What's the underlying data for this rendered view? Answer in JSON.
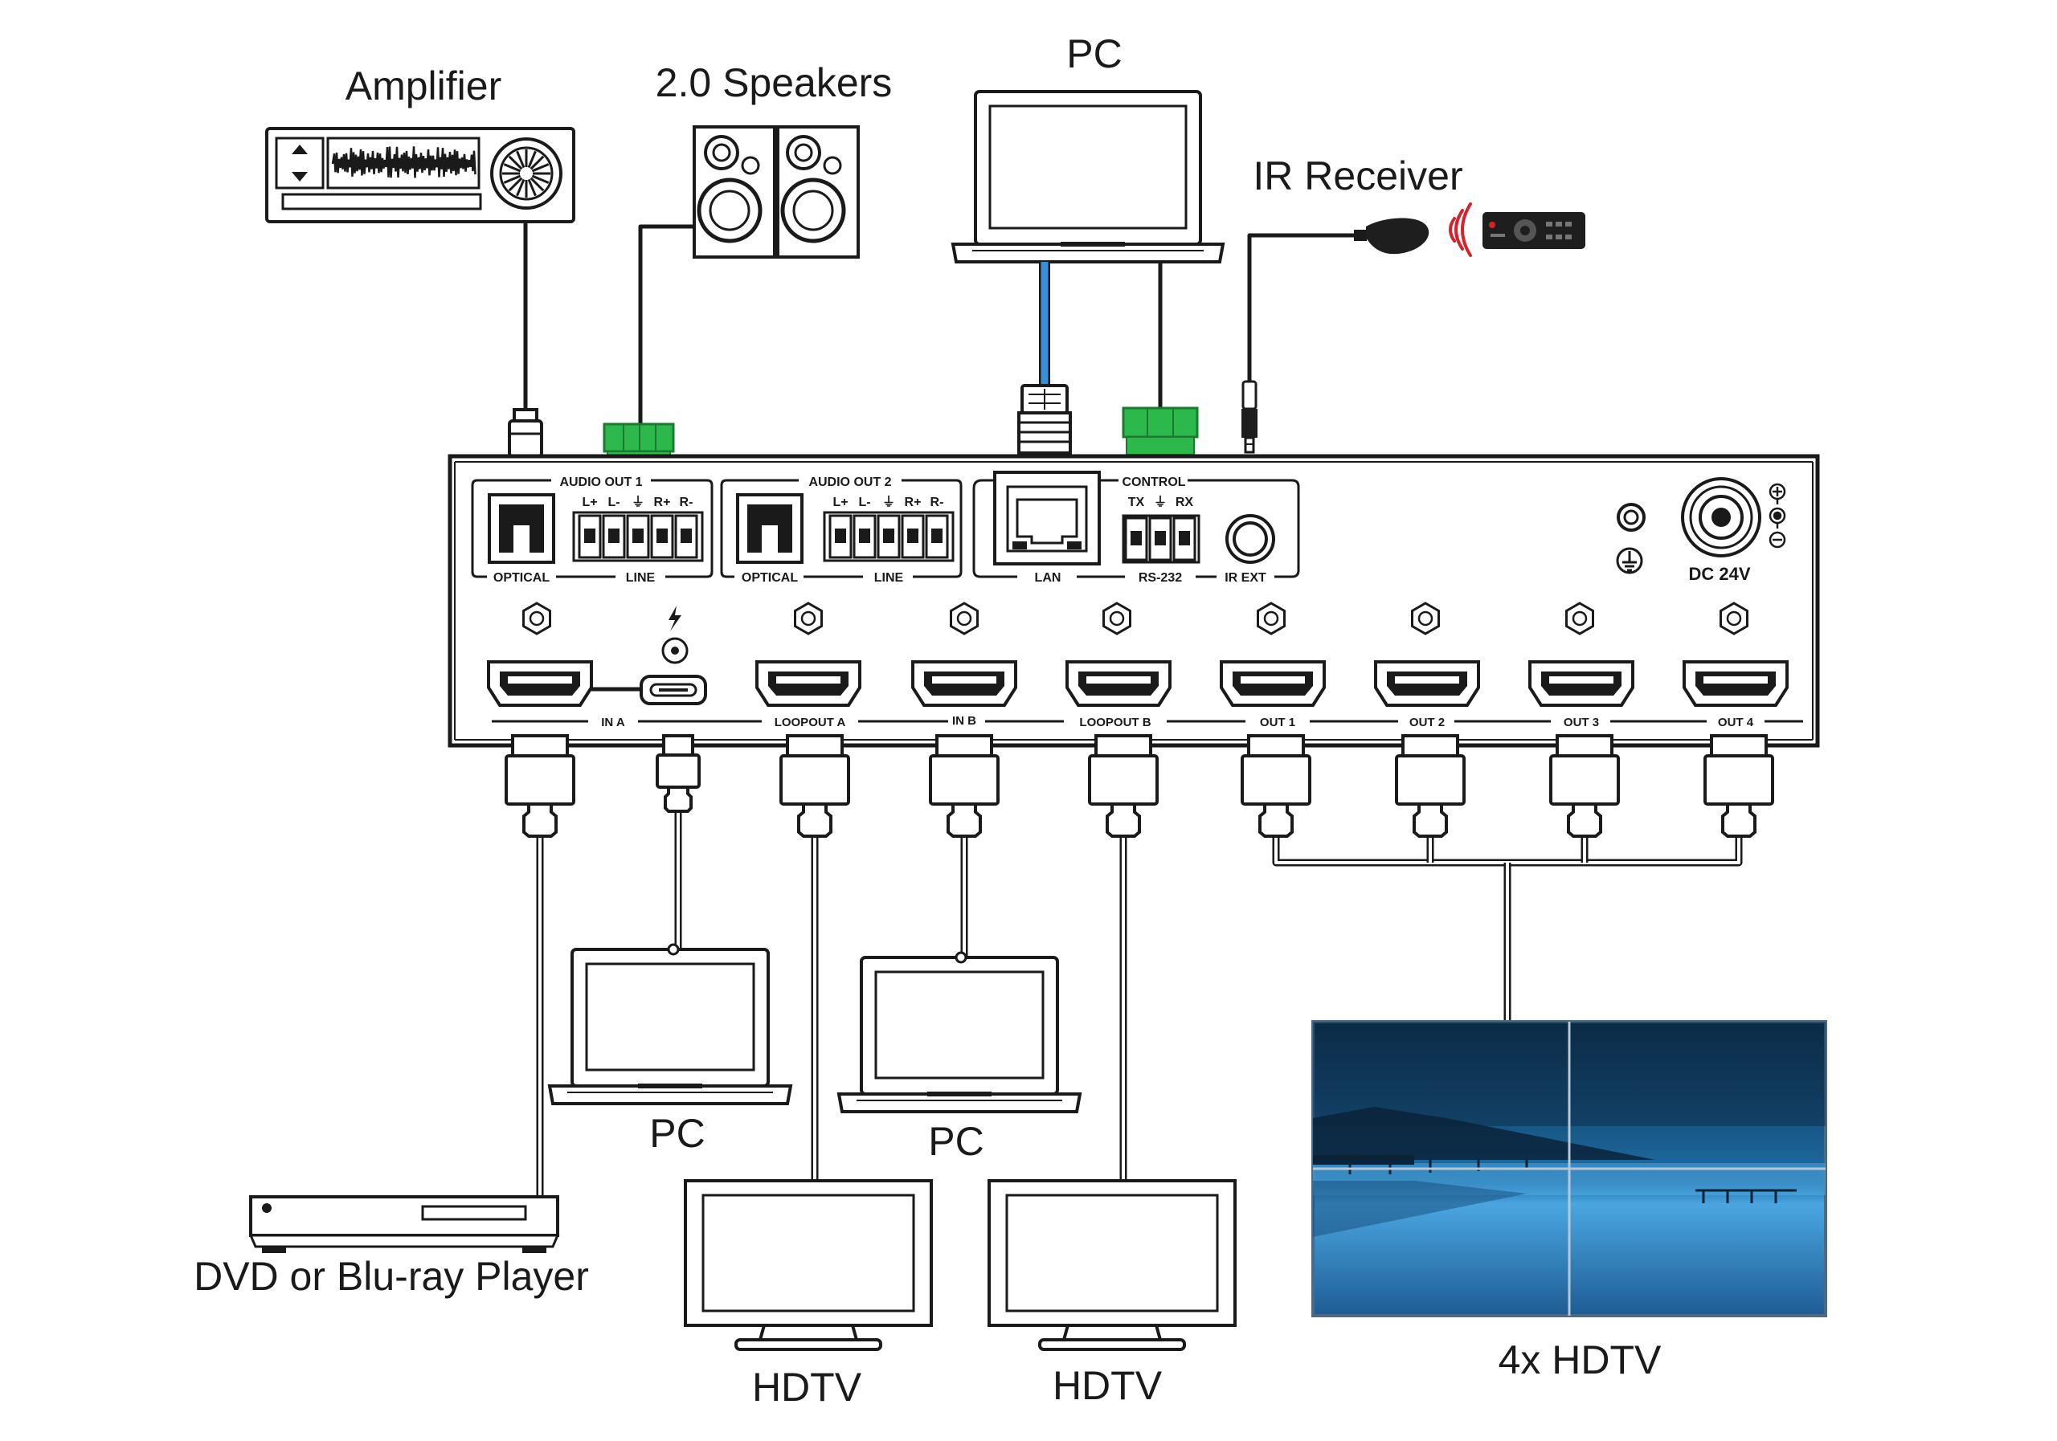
{
  "devices": {
    "amplifier": "Amplifier",
    "speakers": "2.0 Speakers",
    "pc_top": "PC",
    "ir_receiver": "IR Receiver",
    "pc_left": "PC",
    "pc_right": "PC",
    "dvd": "DVD or Blu-ray Player",
    "hdtv_left": "HDTV",
    "hdtv_right": "HDTV",
    "video_wall": "4x HDTV"
  },
  "panel": {
    "audio_out_1": "AUDIO OUT 1",
    "audio_out_2": "AUDIO OUT 2",
    "line_pins": [
      "L+",
      "L-",
      "⏚",
      "R+",
      "R-"
    ],
    "optical": "OPTICAL",
    "line": "LINE",
    "control": "CONTROL",
    "rs232_pins": [
      "TX",
      "⏚",
      "RX"
    ],
    "lan": "LAN",
    "rs232": "RS-232",
    "ir_ext": "IR EXT",
    "dc": "DC 24V",
    "ports": {
      "in_a": "IN A",
      "loopout_a": "LOOPOUT A",
      "in_b": "IN B",
      "loopout_b": "LOOPOUT B",
      "out_1": "OUT 1",
      "out_2": "OUT 2",
      "out_3": "OUT 3",
      "out_4": "OUT 4"
    }
  },
  "colors": {
    "lan_cable": "#3b8fd9",
    "terminal_block": "#2db84b",
    "ir_signal": "#d4242b",
    "wall_screen": "#1f6fa8"
  }
}
